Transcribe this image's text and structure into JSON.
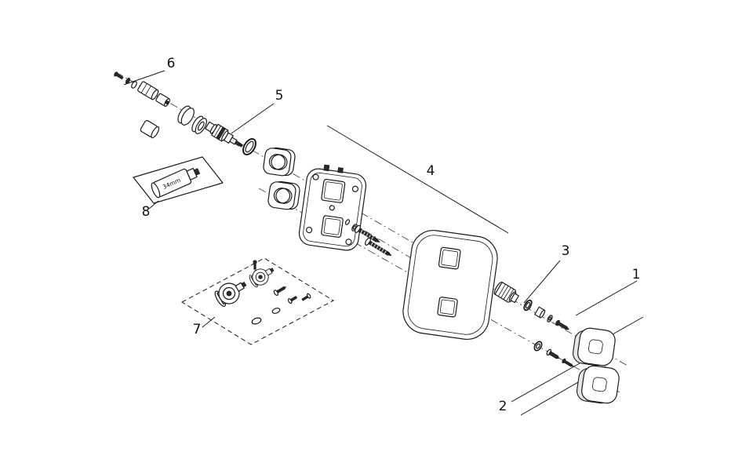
{
  "diagram": {
    "type": "exploded-parts-diagram",
    "background": "#ffffff",
    "line_color": "#1a1a1a",
    "labels": {
      "part1": "1",
      "part2": "2",
      "part3": "3",
      "part4": "4",
      "part5": "5",
      "part6": "6",
      "part7": "7",
      "part8": "8",
      "dimension_34mm": "34mm"
    }
  }
}
